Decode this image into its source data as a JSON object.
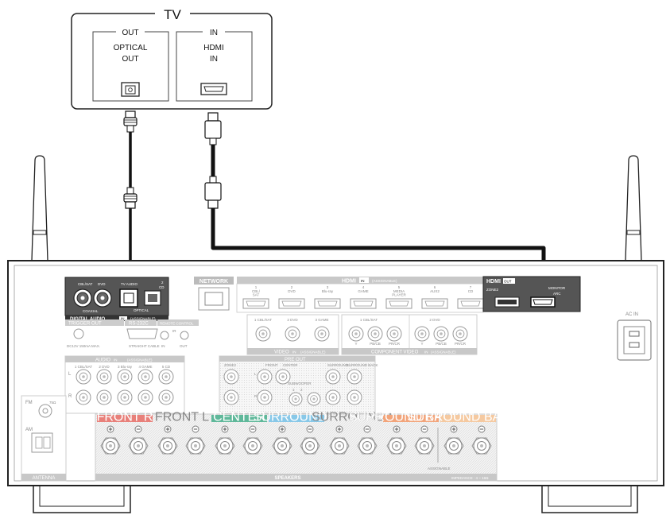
{
  "tv": {
    "title": "TV",
    "out_label": "OUT",
    "optical_label_1": "OPTICAL",
    "optical_label_2": "OUT",
    "in_label": "IN",
    "hdmi_label_1": "HDMI",
    "hdmi_label_2": "IN"
  },
  "receiver": {
    "digital_audio": {
      "cblsat": "CBL/SAT",
      "dvd": "DVD",
      "num2": "2",
      "tv_audio": "TV\nAUDIO",
      "cd": "CD",
      "coaxial": "COAXIAL",
      "optical": "OPTICAL",
      "assignable": "(ASSIGNABLE)",
      "footer": "DIGITAL AUDIO",
      "in_tag": "IN"
    },
    "network": "NETWORK",
    "hdmi_in": {
      "title": "HDMI",
      "in_tag": "IN",
      "assignable": "(ASSIGNABLE)",
      "ports": [
        "CBL/\nSAT",
        "DVD",
        "Blu-ray",
        "GAME",
        "MEDIA\nPLAYER",
        "AUX2",
        "CD"
      ],
      "numbers": [
        "1",
        "2",
        "3",
        "4",
        "5",
        "6",
        "7"
      ]
    },
    "hdmi_out": {
      "title": "HDMI",
      "out_tag": "OUT",
      "zone2": "ZONE2",
      "monitor": "MONITOR",
      "arc": "ARC"
    },
    "trigger_out": "TRIGGER OUT",
    "trigger_spec": "DC12V 150mA MAX.",
    "rs232c": "RS-232C",
    "straight_cable": "STRAIGHT CABLE",
    "remote_control": "REMOTE CONTROL",
    "ir": "IR",
    "in_tag": "IN",
    "out_tag": "OUT",
    "video": {
      "inputs": [
        "1 CBL/SAT",
        "2 DVD",
        "3 GAME"
      ],
      "footer": "VIDEO",
      "in_tag": "IN",
      "assignable": "(ASSIGNABLE)"
    },
    "component": {
      "inputs": [
        "1 CBL/SAT",
        "2 DVD"
      ],
      "jacks": [
        "Y",
        "PB/CB",
        "PR/CR"
      ],
      "footer": "COMPONENT VIDEO",
      "in_tag": "IN",
      "assignable": "(ASSIGNABLE)"
    },
    "audio": {
      "title": "AUDIO",
      "in_tag": "IN",
      "assignable": "(ASSIGNABLE)",
      "inputs": [
        "1 CBL/SAT",
        "2 DVD",
        "3 Blu-ray",
        "4 GAME",
        "5 CD"
      ],
      "l": "L",
      "r": "R"
    },
    "pre_out": {
      "title": "PRE OUT",
      "zone2": "ZONE2",
      "front": "FRONT",
      "center": "CENTER",
      "surround": "SURROUND",
      "surround_back": "SURROUND BACK",
      "subwoofer": "SUBWOOFER",
      "l": "L",
      "r": "R",
      "one": "1",
      "two": "2"
    },
    "fm": "FM",
    "fm_ohm": "75Ω",
    "am": "AM",
    "antenna": "ANTENNA",
    "ac_in": "AC IN",
    "speakers": {
      "labels": [
        "FRONT",
        "FRONT",
        "CENTER",
        "SURROUND",
        "SURROUND",
        "SURROUND BACK",
        "SURROUND BACK"
      ],
      "sides": [
        "R",
        "L",
        "",
        "R",
        "L",
        "R",
        "L"
      ],
      "colors": [
        "#e8807a",
        "#ffffff",
        "#5fb89a",
        "#88c8e8",
        "#ffffff",
        "#f2a47a",
        "#f5c9a0"
      ],
      "footer": "SPEAKERS",
      "assignable": "ASSIGNABLE",
      "impedance": "IMPEDANCE : 4 ~ 16Ω"
    }
  }
}
